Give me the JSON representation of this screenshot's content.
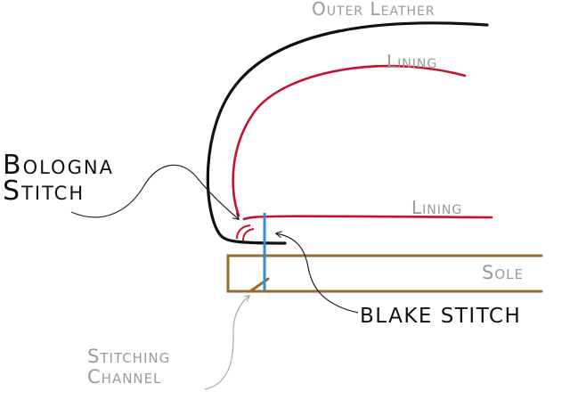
{
  "labels": {
    "outer_leather": "Outer Leather",
    "lining_top": "Lining",
    "lining_mid": "Lining",
    "sole": "Sole",
    "bologna_line1": "Bologna",
    "bologna_line2": "Stitch",
    "blake_stitch": "BLAKE STITCH",
    "stitching_line1": "Stitching",
    "stitching_line2": "Channel"
  },
  "colors": {
    "outer_leather": "#111111",
    "lining": "#c8102e",
    "sole": "#9a6b2f",
    "blake_stitch": "#2f8fd0",
    "label_gray": "#9a9a9a"
  }
}
